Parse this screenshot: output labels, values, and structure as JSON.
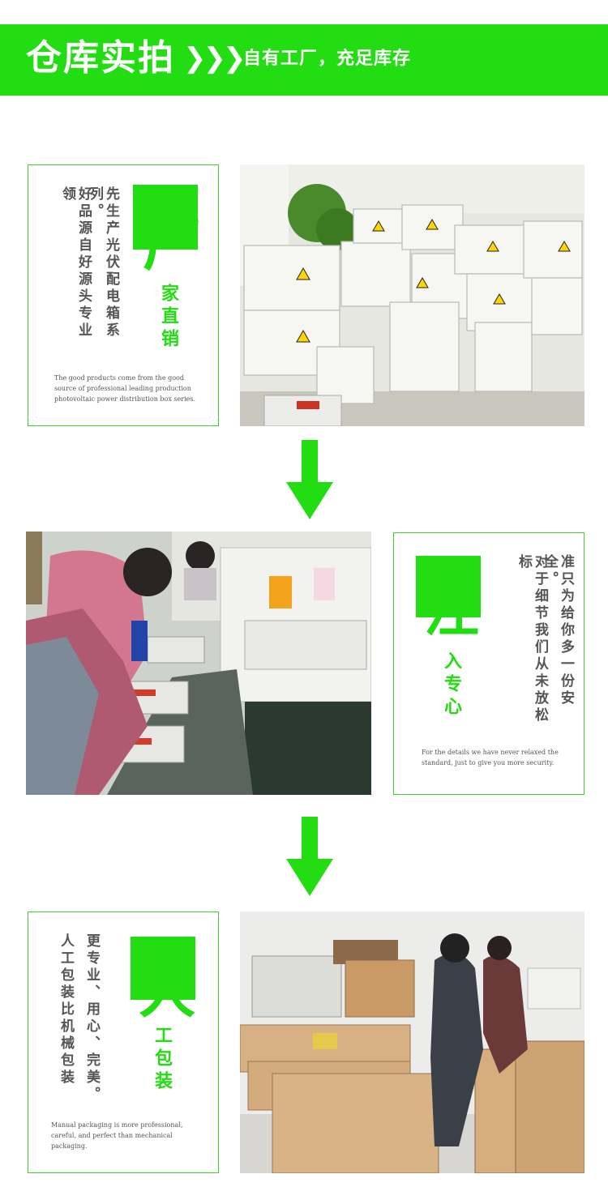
{
  "header": {
    "title": "仓库实拍",
    "chevrons": "❯❯❯",
    "subtitle": "自有工厂，充足库存"
  },
  "section1": {
    "big_char": "厂",
    "vertical_green": "家直销",
    "col_right": "先生产光伏配电箱系列。",
    "col_left": "好品源自好源头专业领",
    "english": "The good products come from the good source of professional leading production photovoltaic power distribution box series."
  },
  "section2": {
    "big_char": "注",
    "vertical_green": "入专心",
    "col_right": "准只为给你多一份安全。",
    "col_left": "对于细节我们从未放松标",
    "english": "For the details we have never relaxed the standard, just to give you more security."
  },
  "section3": {
    "big_char": "人",
    "vertical_green": "工包装",
    "col_right": "更专业、用心、完美。",
    "col_left": "人工包装比机械包装",
    "english": "Manual packaging is more professional, careful, and perfect than mechanical packaging."
  },
  "colors": {
    "brand_green": "#22dd11",
    "text_gray": "#555555"
  }
}
